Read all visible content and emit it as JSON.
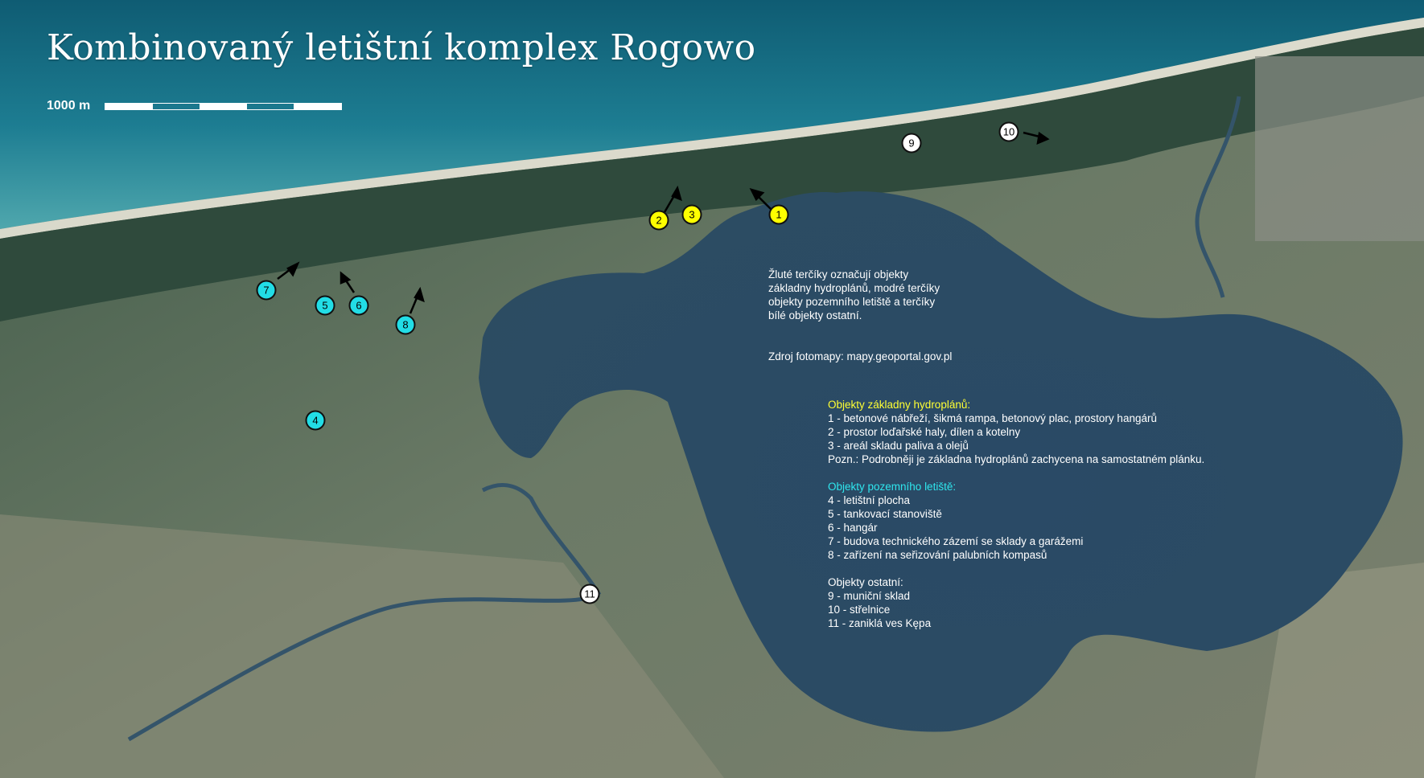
{
  "title": "Kombinovaný letištní komplex Rogowo",
  "scale": {
    "label": "1000 m"
  },
  "colors": {
    "yellow": "#ffff00",
    "cyan": "#22dde6",
    "white": "#ffffff",
    "sea": "#1f6f86",
    "lake": "#2b4760",
    "land": "#5b6f5e"
  },
  "markers": [
    {
      "num": "1",
      "color": "yellow"
    },
    {
      "num": "2",
      "color": "yellow"
    },
    {
      "num": "3",
      "color": "yellow"
    },
    {
      "num": "4",
      "color": "cyan"
    },
    {
      "num": "5",
      "color": "cyan"
    },
    {
      "num": "6",
      "color": "cyan"
    },
    {
      "num": "7",
      "color": "cyan"
    },
    {
      "num": "8",
      "color": "cyan"
    },
    {
      "num": "9",
      "color": "white"
    },
    {
      "num": "10",
      "color": "white"
    },
    {
      "num": "11",
      "color": "white"
    }
  ],
  "note_lines": [
    "Žluté terčíky označují objekty",
    "základny hydroplánů, modré terčíky",
    "objekty pozemního letiště a terčíky",
    "bílé objekty ostatní."
  ],
  "source": "Zdroj fotomapy: mapy.geoportal.gov.pl",
  "legend": {
    "hydro_heading": "Objekty základny hydroplánů:",
    "hydro_items": [
      "1 - betonové nábřeží, šikmá rampa, betonový plac, prostory hangárů",
      "2 - prostor loďařské haly, dílen a kotelny",
      "3 - areál skladu paliva a olejů",
      "Pozn.: Podrobněji je základna hydroplánů zachycena na samostatném plánku."
    ],
    "ground_heading": "Objekty pozemního letiště:",
    "ground_items": [
      "4 - letištní plocha",
      "5 - tankovací stanoviště",
      "6 - hangár",
      "7 - budova technického zázemí se sklady a garážemi",
      "8 - zařízení na seřizování palubních kompasů"
    ],
    "other_heading": "Objekty ostatní:",
    "other_items": [
      "9 - muniční sklad",
      "10 - střelnice",
      "11 - zaniklá ves Kępa"
    ]
  }
}
